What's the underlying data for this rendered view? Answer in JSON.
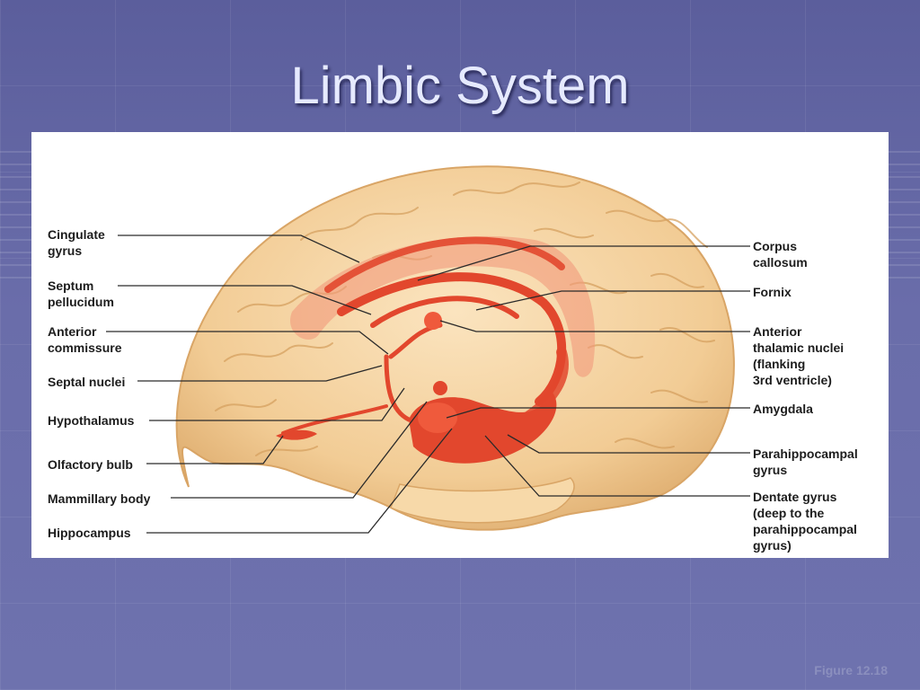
{
  "slide": {
    "title": "Limbic System",
    "caption": "Figure 12.18"
  },
  "labels": {
    "cingulate_gyrus": [
      "Cingulate",
      "gyrus"
    ],
    "septum_pellucidum": [
      "Septum",
      "pellucidum"
    ],
    "anterior_commissure": [
      "Anterior",
      "commissure"
    ],
    "septal_nuclei": [
      "Septal nuclei"
    ],
    "hypothalamus": [
      "Hypothalamus"
    ],
    "olfactory_bulb": [
      "Olfactory bulb"
    ],
    "mammillary_body": [
      "Mammillary body"
    ],
    "hippocampus": [
      "Hippocampus"
    ],
    "corpus_callosum": [
      "Corpus",
      "callosum"
    ],
    "fornix": [
      "Fornix"
    ],
    "anterior_thalamic_nuclei": [
      "Anterior",
      "thalamic nuclei",
      "(flanking",
      "3rd ventricle)"
    ],
    "amygdala": [
      "Amygdala"
    ],
    "parahippocampal_gyrus": [
      "Parahippocampal",
      "gyrus"
    ],
    "dentate_gyrus": [
      "Dentate gyrus",
      "(deep to the",
      "parahippocampal",
      "gyrus)"
    ]
  },
  "colors": {
    "brain": "#f3cf98",
    "brain_outline": "#d9a566",
    "limbic": "#e2472d",
    "limbic_light": "#ef7a5c"
  }
}
